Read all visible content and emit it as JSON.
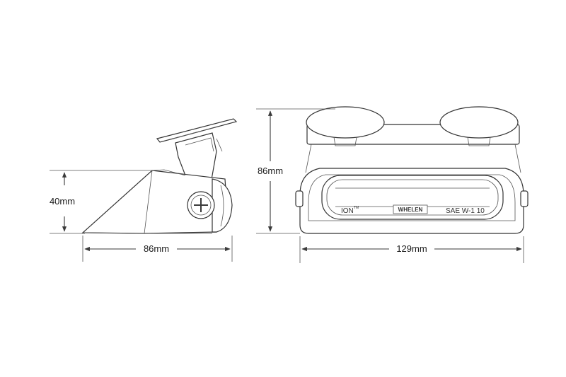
{
  "dimensions": {
    "side_height": "40mm",
    "side_width": "86mm",
    "front_height": "86mm",
    "front_width": "129mm"
  },
  "product_labels": {
    "model": "ION",
    "trademark": "TM",
    "brand": "WHELEN",
    "certification": "SAE W-1 10"
  }
}
